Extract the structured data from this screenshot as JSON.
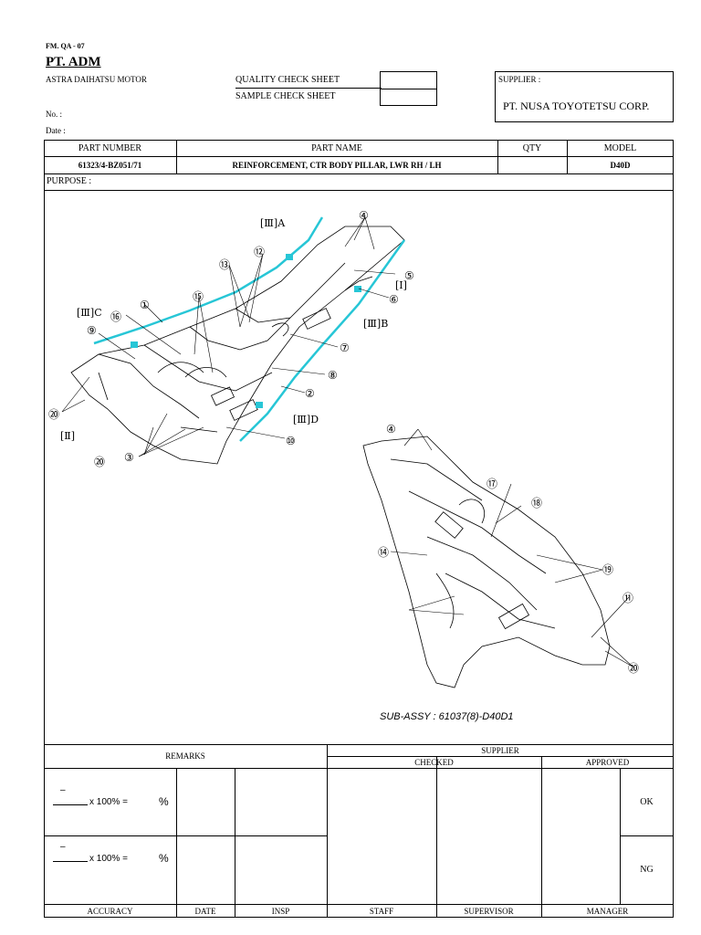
{
  "header": {
    "form_code": "FM. QA -  07",
    "company": "PT. ADM",
    "company_full": "ASTRA DAIHATSU MOTOR",
    "no_label": "No.   :",
    "date_label": "Date :",
    "quality_check": "QUALITY CHECK SHEET",
    "sample_check": "SAMPLE CHECK SHEET",
    "supplier_label": "SUPPLIER :",
    "supplier_name": "PT. NUSA TOYOTETSU CORP."
  },
  "part_table": {
    "headers": [
      "PART NUMBER",
      "PART NAME",
      "QTY",
      "MODEL"
    ],
    "part_number": "61323/4-BZ051/71",
    "part_name": "REINFORCEMENT, CTR BODY PILLAR, LWR RH / LH",
    "qty": "",
    "model": "D40D"
  },
  "purpose_label": "PURPOSE :",
  "diagram": {
    "callouts": [
      "①",
      "②",
      "③",
      "④",
      "⑤",
      "⑥",
      "⑦",
      "⑧",
      "⑨",
      "⑩",
      "⑪",
      "⑫",
      "⑬",
      "⑭",
      "⑮",
      "⑯",
      "⑰",
      "⑱",
      "⑲",
      "⑳"
    ],
    "section_labels": [
      "[Ⅲ]A",
      "[Ⅲ]B",
      "[Ⅲ]C",
      "[Ⅲ]D",
      "[Ⅰ]",
      "[Ⅱ]"
    ],
    "sub_assy": "SUB-ASSY :  61037(8)-D40D1"
  },
  "bottom": {
    "remarks": "REMARKS",
    "supplier": "SUPPLIER",
    "checked": "CHECKED",
    "approved": "APPROVED",
    "formula": "x 100% =",
    "formula_dash": "–",
    "percent": "%",
    "ok": "OK",
    "ng": "NG",
    "footer": [
      "ACCURACY",
      "DATE",
      "INSP",
      "STAFF",
      "SUPERVISOR",
      "MANAGER"
    ]
  },
  "colors": {
    "highlight": "#27c6d6"
  }
}
